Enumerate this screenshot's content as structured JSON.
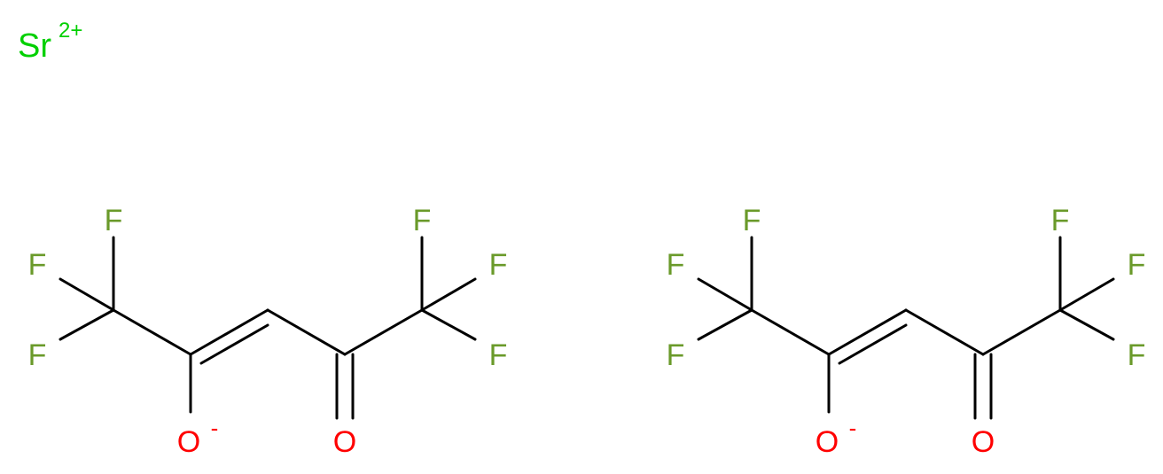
{
  "colors": {
    "bond": "#000000",
    "fluorine": "#6a9a2a",
    "oxygen": "#ff0000",
    "strontium": "#00d000"
  },
  "cation": {
    "symbol": "Sr",
    "charge": "2+"
  },
  "anions": [
    {
      "name": "hexafluoroacetylacetonate-1",
      "fluorine_labels": [
        "F",
        "F",
        "F",
        "F",
        "F",
        "F"
      ],
      "enolate_oxygen": {
        "symbol": "O",
        "charge": "-"
      },
      "carbonyl_oxygen": {
        "symbol": "O"
      }
    },
    {
      "name": "hexafluoroacetylacetonate-2",
      "fluorine_labels": [
        "F",
        "F",
        "F",
        "F",
        "F",
        "F"
      ],
      "enolate_oxygen": {
        "symbol": "O",
        "charge": "-"
      },
      "carbonyl_oxygen": {
        "symbol": "O"
      }
    }
  ]
}
